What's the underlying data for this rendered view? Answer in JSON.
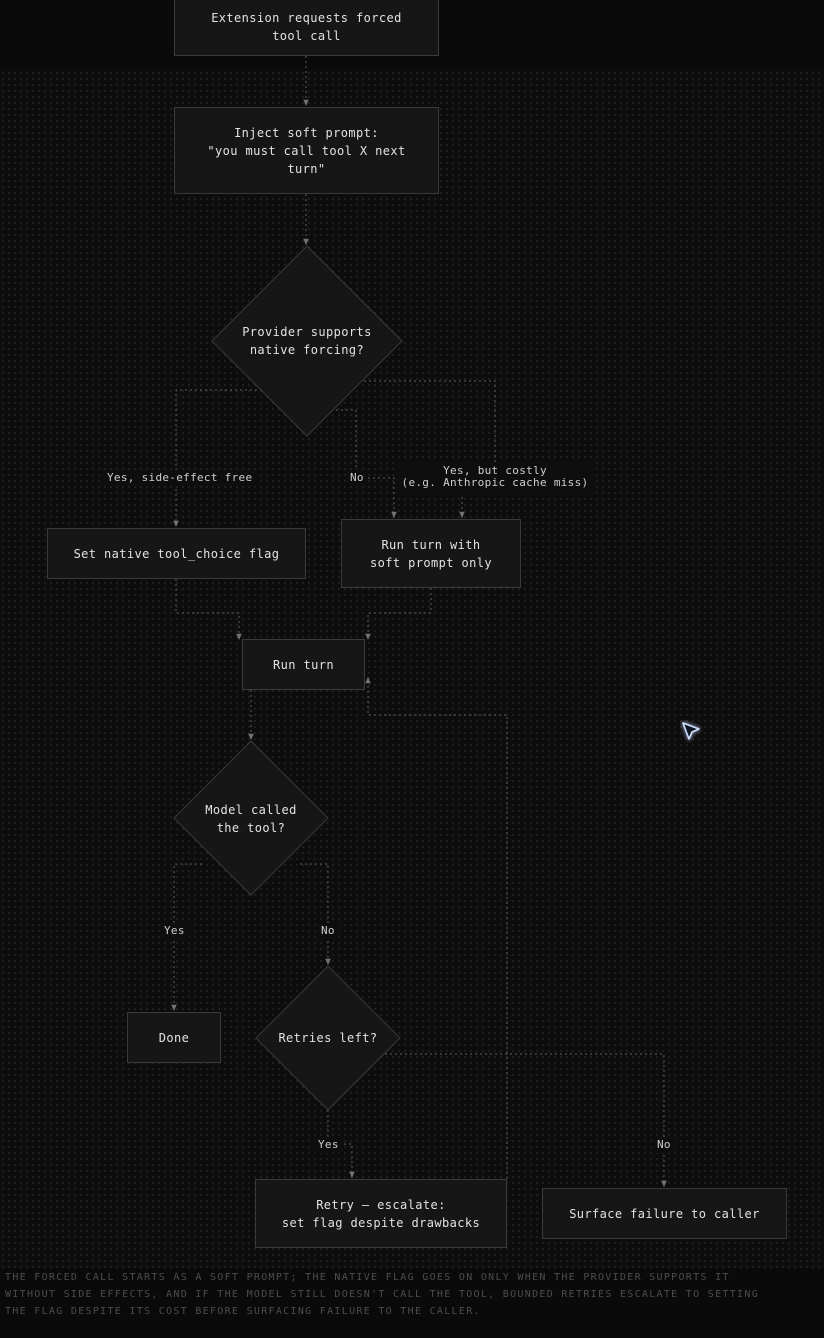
{
  "nodes": {
    "extension_request": "Extension requests forced\ntool call",
    "inject_prompt": "Inject soft prompt:\n\"you must call tool X next\nturn\"",
    "provider_supports": "Provider supports\nnative forcing?",
    "set_native_flag": "Set native tool_choice flag",
    "soft_prompt_only": "Run turn with\nsoft prompt only",
    "run_turn": "Run turn",
    "model_called": "Model called\nthe tool?",
    "done": "Done",
    "retries_left": "Retries left?",
    "retry_escalate": "Retry — escalate:\nset flag despite drawbacks",
    "surface_failure": "Surface failure to caller"
  },
  "edge_labels": {
    "yes_side_effect_free": "Yes, side-effect free",
    "no_native": "No",
    "yes_costly": "Yes, but costly\n(e.g. Anthropic cache miss)",
    "yes_called": "Yes",
    "no_called": "No",
    "yes_retries": "Yes",
    "no_retries": "No"
  },
  "caption": "The forced call starts as a soft prompt; the native flag goes on only when the provider supports it without side effects, and if the model still doesn't call the tool, bounded retries escalate to setting the flag despite its cost before surfacing failure to the caller.",
  "icons": {
    "cursor": "pointer-cursor-icon"
  },
  "colors": {
    "background": "#0d0d0e",
    "node_fill": "#161617",
    "node_border": "#3a3a3c",
    "edge": "#6b6b6e",
    "cursor_glow": "#2f7fff"
  }
}
